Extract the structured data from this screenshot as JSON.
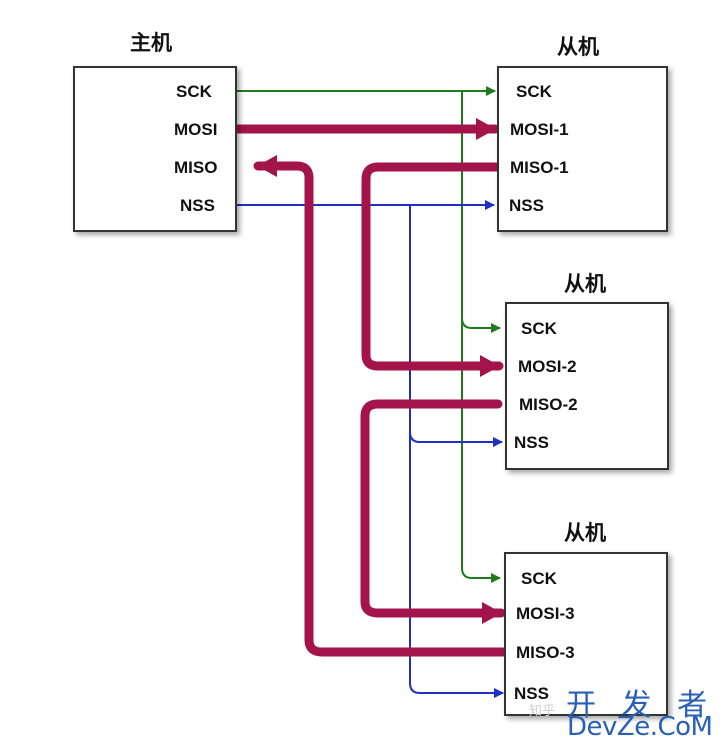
{
  "master": {
    "title": "主机",
    "pins": {
      "sck": "SCK",
      "mosi": "MOSI",
      "miso": "MISO",
      "nss": "NSS"
    }
  },
  "slaves": [
    {
      "title": "从机",
      "pins": {
        "sck": "SCK",
        "mosi": "MOSI-1",
        "miso": "MISO-1",
        "nss": "NSS"
      }
    },
    {
      "title": "从机",
      "pins": {
        "sck": "SCK",
        "mosi": "MOSI-2",
        "miso": "MISO-2",
        "nss": "NSS"
      }
    },
    {
      "title": "从机",
      "pins": {
        "sck": "SCK",
        "mosi": "MOSI-3",
        "miso": "MISO-3",
        "nss": "NSS"
      }
    }
  ],
  "colors": {
    "sck": "#1f7a1f",
    "data": "#a3144a",
    "nss": "#1f2fc4"
  },
  "watermark": {
    "chinese": "开 发 者",
    "english": "DevZe.CoM",
    "faint": "知乎"
  }
}
